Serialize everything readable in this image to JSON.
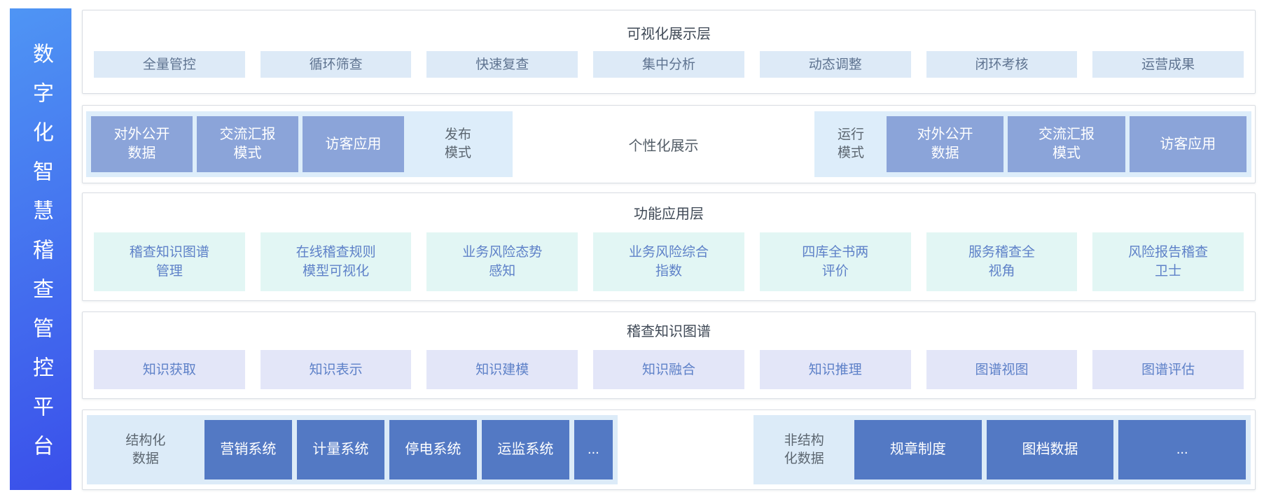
{
  "sidebar": {
    "title": "数字化智慧稽查管控平台"
  },
  "layers": {
    "visual": {
      "title": "可视化展示层",
      "items": [
        "全量管控",
        "循环筛查",
        "快速复查",
        "集中分析",
        "动态调整",
        "闭环考核",
        "运营成果"
      ]
    },
    "display": {
      "publish_group": {
        "boxes": [
          "对外公开\n数据",
          "交流汇报\n模式",
          "访客应用"
        ],
        "label": "发布\n模式"
      },
      "center_label": "个性化展示",
      "run_group": {
        "label": "运行\n模式",
        "boxes": [
          "对外公开\n数据",
          "交流汇报\n模式",
          "访客应用"
        ]
      }
    },
    "function": {
      "title": "功能应用层",
      "items": [
        "稽查知识图谱\n管理",
        "在线稽查规则\n模型可视化",
        "业务风险态势\n感知",
        "业务风险综合\n指数",
        "四库全书两\n评价",
        "服务稽查全\n视角",
        "风险报告稽查\n卫士"
      ]
    },
    "knowledge": {
      "title": "稽查知识图谱",
      "items": [
        "知识获取",
        "知识表示",
        "知识建模",
        "知识融合",
        "知识推理",
        "图谱视图",
        "图谱评估"
      ]
    },
    "data": {
      "structured": {
        "label": "结构化\n数据",
        "boxes": [
          "营销系统",
          "计量系统",
          "停电系统",
          "运监系统",
          "..."
        ]
      },
      "unstructured": {
        "label": "非结构\n化数据",
        "boxes": [
          "规章制度",
          "图档数据",
          "..."
        ]
      }
    }
  },
  "colors": {
    "sidebar_gradient_start": "#4f95f4",
    "sidebar_gradient_end": "#3a4fea",
    "panel_border": "#d9dde3",
    "chip_blue_bg": "#ddeaf7",
    "chip_blue_text": "#5e7390",
    "chip_mint_bg": "#e2f6f4",
    "chip_lavender_bg": "#e3e6f8",
    "chip_accent_text": "#5e81c8",
    "group_bg": "#ddedfa",
    "mode_box_bg": "#8ba4d9",
    "data_box_bg": "#5379c4",
    "title_text": "#3f4956",
    "label_text": "#5c6670"
  }
}
